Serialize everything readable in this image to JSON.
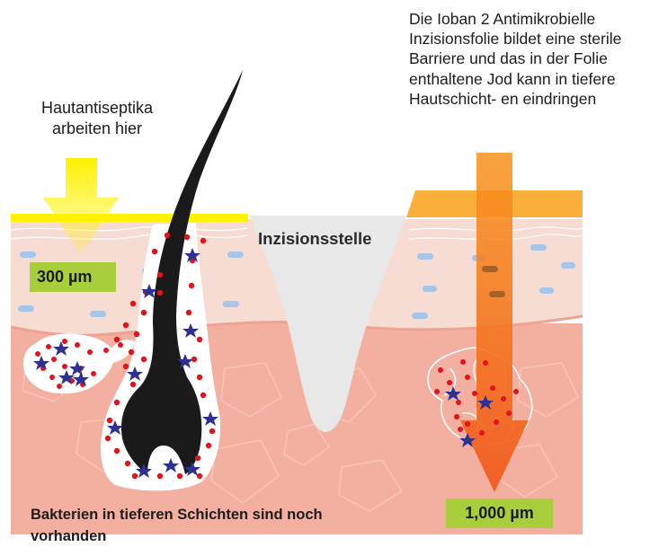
{
  "labels": {
    "antiseptic_caption": "Hautantiseptika arbeiten hier",
    "ioban_caption": "Die Ioban 2 Antimikrobielle Inzisionsfolie bildet eine sterile Barriere und das in der Folie enthaltene Jod kann in tiefere Hautschicht- en eindringen",
    "incision_site": "Inzisionsstelle",
    "depth_shallow": "300 µm",
    "depth_deep": "1,000 µm",
    "bacteria_caption": "Bakterien in tieferen Schichten sind noch vorhanden"
  },
  "colors": {
    "upper_skin": "#f7dcd3",
    "lower_skin": "#f3b0a1",
    "antiseptic_layer": "#fff200",
    "ioban_film": "#fbb03b",
    "iodine_arrow": "#f26522",
    "incision": "#e8e8e8",
    "bacteria_dot": "#e3131b",
    "bacteria_star": "#2e3192",
    "hair": "#1a1a1a",
    "badge": "#a8cf3b"
  }
}
